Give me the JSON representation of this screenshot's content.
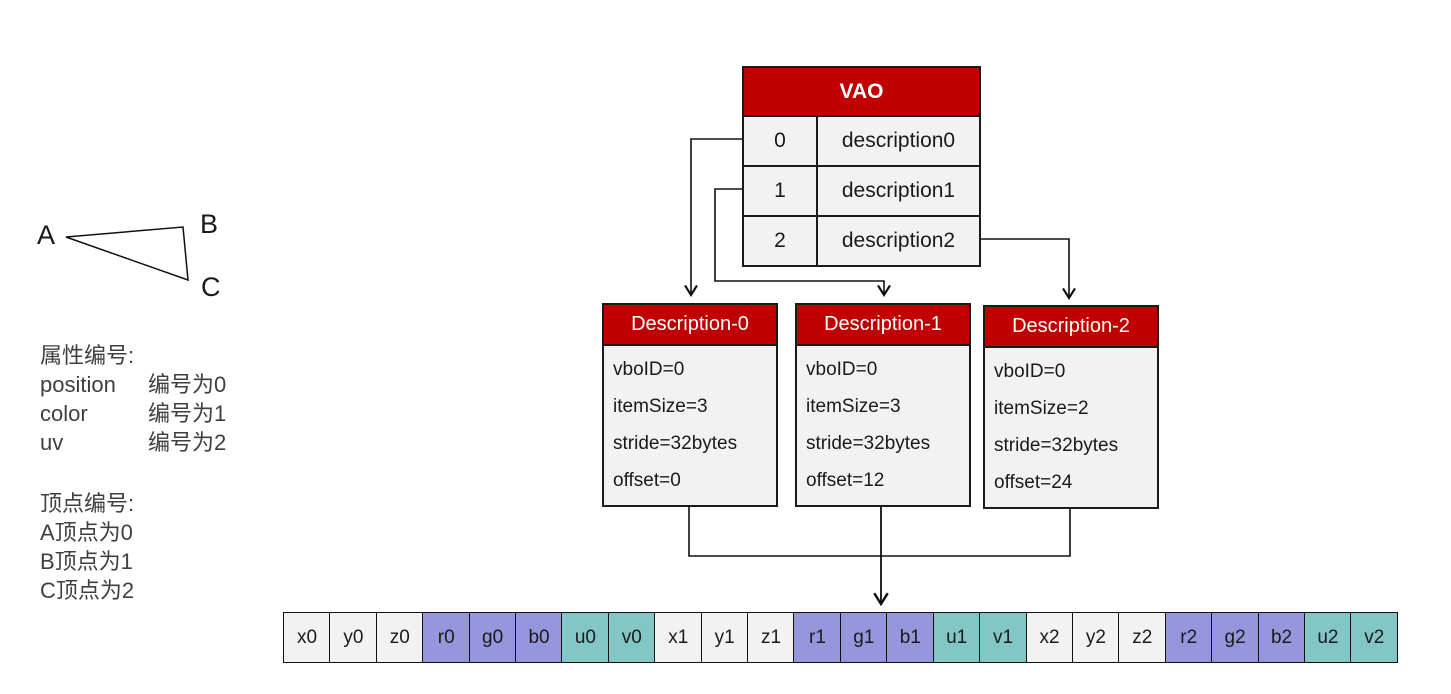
{
  "colors": {
    "header_red": "#C00000",
    "cell_bg": "#F2F2F2",
    "position_cell": "#F2F2F2",
    "color_cell": "#9696DC",
    "uv_cell": "#82C6C6",
    "text_dark": "#1a1a1a",
    "text_gray": "#3F3F3F"
  },
  "vao_table": {
    "title": "VAO",
    "rows": [
      {
        "index": "0",
        "value": "description0"
      },
      {
        "index": "1",
        "value": "description1"
      },
      {
        "index": "2",
        "value": "description2"
      }
    ]
  },
  "descriptions": [
    {
      "title": "Description-0",
      "lines": [
        "vboID=0",
        "itemSize=3",
        "stride=32bytes",
        "offset=0"
      ]
    },
    {
      "title": "Description-1",
      "lines": [
        "vboID=0",
        "itemSize=3",
        "stride=32bytes",
        "offset=12"
      ]
    },
    {
      "title": "Description-2",
      "lines": [
        "vboID=0",
        "itemSize=2",
        "stride=32bytes",
        "offset=24"
      ]
    }
  ],
  "triangle_labels": {
    "a": "A",
    "b": "B",
    "c": "C"
  },
  "attribute_notes": {
    "heading": "属性编号:",
    "rows": [
      {
        "name": "position",
        "value": "编号为0"
      },
      {
        "name": "color",
        "value": "编号为1"
      },
      {
        "name": "uv",
        "value": "编号为2"
      }
    ]
  },
  "vertex_notes": {
    "heading": "顶点编号:",
    "lines": [
      "A顶点为0",
      "B顶点为1",
      "C顶点为2"
    ]
  },
  "buffer_cells": [
    {
      "label": "x0",
      "type": "position"
    },
    {
      "label": "y0",
      "type": "position"
    },
    {
      "label": "z0",
      "type": "position"
    },
    {
      "label": "r0",
      "type": "color"
    },
    {
      "label": "g0",
      "type": "color"
    },
    {
      "label": "b0",
      "type": "color"
    },
    {
      "label": "u0",
      "type": "uv"
    },
    {
      "label": "v0",
      "type": "uv"
    },
    {
      "label": "x1",
      "type": "position"
    },
    {
      "label": "y1",
      "type": "position"
    },
    {
      "label": "z1",
      "type": "position"
    },
    {
      "label": "r1",
      "type": "color"
    },
    {
      "label": "g1",
      "type": "color"
    },
    {
      "label": "b1",
      "type": "color"
    },
    {
      "label": "u1",
      "type": "uv"
    },
    {
      "label": "v1",
      "type": "uv"
    },
    {
      "label": "x2",
      "type": "position"
    },
    {
      "label": "y2",
      "type": "position"
    },
    {
      "label": "z2",
      "type": "position"
    },
    {
      "label": "r2",
      "type": "color"
    },
    {
      "label": "g2",
      "type": "color"
    },
    {
      "label": "b2",
      "type": "color"
    },
    {
      "label": "u2",
      "type": "uv"
    },
    {
      "label": "v2",
      "type": "uv"
    }
  ]
}
